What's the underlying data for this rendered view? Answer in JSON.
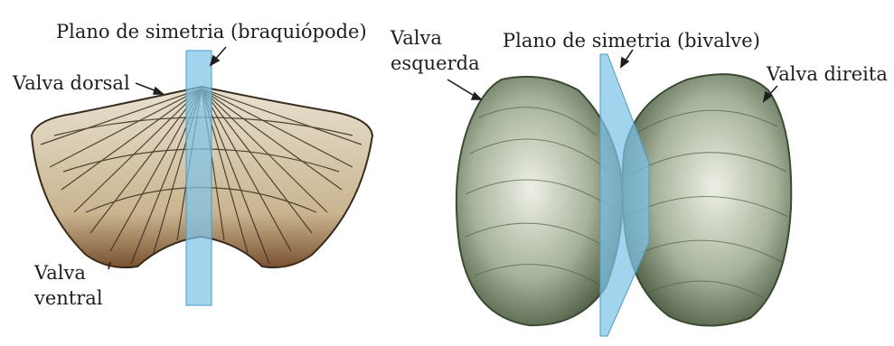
{
  "labels": {
    "plane_brachiopod": "Plano de simetria (braquiópode)",
    "dorsal_valve": "Valva dorsal",
    "ventral_valve_line1": "Valva",
    "ventral_valve_line2": "ventral",
    "left_valve_line1": "Valva",
    "left_valve_line2": "esquerda",
    "plane_bivalve": "Plano de simetria (bivalve)",
    "right_valve": "Valva direita"
  },
  "colors": {
    "plane": "#7fc3e8",
    "brachiopod_shell": "#8a6a45",
    "brachiopod_ribs": "#3a2a1a",
    "bivalve_shell": "#6f7f5e",
    "bivalve_light": "#e9ecdf"
  }
}
